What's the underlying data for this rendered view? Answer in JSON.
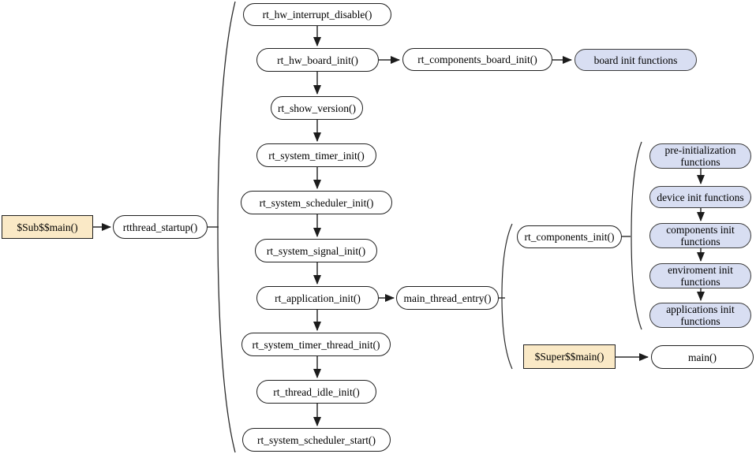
{
  "diagram": {
    "type": "flowchart",
    "description": "RT-Thread startup sequence flow"
  },
  "colors": {
    "node_fill": "#ffffff",
    "highlight_fill": "#fae9c6",
    "function_group_fill": "#d8def2",
    "border": "#1f1f1f",
    "line": "#2b2b2b"
  },
  "nodes": {
    "sub_main": "$Sub$$main()",
    "rtthread_startup": "rtthread_startup()",
    "rt_hw_interrupt_disable": "rt_hw_interrupt_disable()",
    "rt_hw_board_init": "rt_hw_board_init()",
    "rt_components_board_init": "rt_components_board_init()",
    "board_init_functions": "board init functions",
    "rt_show_version": "rt_show_version()",
    "rt_system_timer_init": "rt_system_timer_init()",
    "rt_system_scheduler_init": "rt_system_scheduler_init()",
    "rt_system_signal_init": "rt_system_signal_init()",
    "rt_application_init": "rt_application_init()",
    "main_thread_entry": "main_thread_entry()",
    "rt_components_init": "rt_components_init()",
    "pre_initialization_functions": "pre-initialization functions",
    "device_init_functions": "device init functions",
    "components_init_functions": "components init functions",
    "enviroment_init_functions": "enviroment init functions",
    "applications_init_functions": "applications init functions",
    "super_main": "$Super$$main()",
    "main": "main()",
    "rt_system_timer_thread_init": "rt_system_timer_thread_init()",
    "rt_thread_idle_init": "rt_thread_idle_init()",
    "rt_system_scheduler_start": "rt_system_scheduler_start()"
  }
}
